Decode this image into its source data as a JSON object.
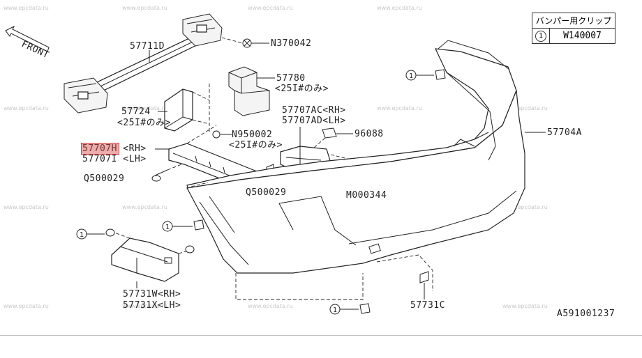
{
  "diagram": {
    "front_label": "FRONT",
    "reference_code": "A591001237",
    "watermark": "www.epcdata.ru",
    "highlight_color": "#d04848",
    "clip_table": {
      "header": "バンパー用クリップ",
      "rows": [
        {
          "marker": "1",
          "part": "W140007"
        }
      ]
    },
    "callouts": [
      {
        "id": "c-57711d",
        "text": "57711D"
      },
      {
        "id": "c-n370042",
        "text": "N370042"
      },
      {
        "id": "c-57780",
        "text": "57780"
      },
      {
        "id": "c-57780-note",
        "text": "<25I#のみ>"
      },
      {
        "id": "c-57724",
        "text": "57724"
      },
      {
        "id": "c-57724-note",
        "text": "<25I#のみ>"
      },
      {
        "id": "c-57707ac",
        "text": "57707AC<RH>"
      },
      {
        "id": "c-57707ad",
        "text": "57707AD<LH>"
      },
      {
        "id": "c-96088",
        "text": "96088"
      },
      {
        "id": "c-57704a",
        "text": "57704A"
      },
      {
        "id": "c-n950002",
        "text": "N950002"
      },
      {
        "id": "c-n950002-note",
        "text": "<25I#のみ>"
      },
      {
        "id": "c-57707h",
        "text": "57707H <RH>"
      },
      {
        "id": "c-57707i",
        "text": "57707I <LH>"
      },
      {
        "id": "c-q500029-left",
        "text": "Q500029"
      },
      {
        "id": "c-q500029-mid",
        "text": "Q500029"
      },
      {
        "id": "c-m000344",
        "text": "M000344"
      },
      {
        "id": "c-57731w",
        "text": "57731W<RH>"
      },
      {
        "id": "c-57731x",
        "text": "57731X<LH>"
      },
      {
        "id": "c-57731c",
        "text": "57731C"
      }
    ],
    "clip_markers": [
      "1",
      "1",
      "1",
      "1"
    ]
  }
}
